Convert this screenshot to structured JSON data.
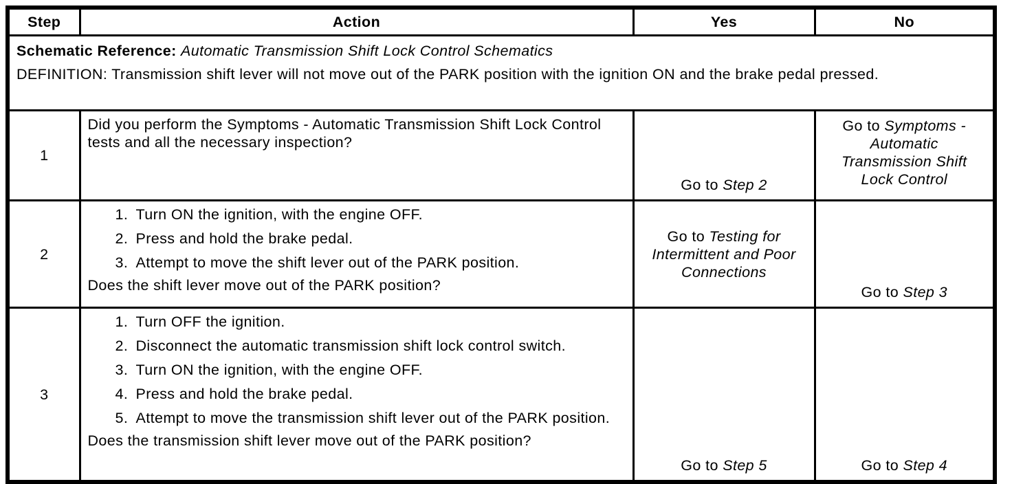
{
  "colors": {
    "ink": "#000000",
    "paper": "#ffffff"
  },
  "header": {
    "step": "Step",
    "action": "Action",
    "yes": "Yes",
    "no": "No"
  },
  "schematic": {
    "label": "Schematic Reference:",
    "value": "Automatic Transmission Shift Lock Control Schematics",
    "definition": "DEFINITION: Transmission shift lever will not move out of the PARK position with the ignition ON and the brake pedal pressed."
  },
  "rows": [
    {
      "step": "1",
      "intro": "Did you perform the Symptoms - Automatic Transmission Shift Lock Control tests and all the necessary inspection?",
      "yes": {
        "plain": "Go to",
        "ref": "Step 2"
      },
      "no": {
        "plain": "Go to",
        "ref": "Symptoms - Automatic Transmission Shift Lock Control"
      }
    },
    {
      "step": "2",
      "items": [
        {
          "num": "1.",
          "text": "Turn ON the ignition, with the engine OFF."
        },
        {
          "num": "2.",
          "text": "Press and hold the brake pedal."
        },
        {
          "num": "3.",
          "text": "Attempt to move the shift lever out of the PARK position."
        }
      ],
      "question": "Does the shift lever move out of the PARK position?",
      "yes": {
        "plain": "Go to",
        "ref": "Testing for Intermittent and Poor Connections"
      },
      "no": {
        "plain": "Go to",
        "ref": "Step 3"
      }
    },
    {
      "step": "3",
      "items": [
        {
          "num": "1.",
          "text": "Turn OFF the ignition."
        },
        {
          "num": "2.",
          "text": "Disconnect the automatic transmission shift lock control switch."
        },
        {
          "num": "3.",
          "text": "Turn ON the ignition, with the engine OFF."
        },
        {
          "num": "4.",
          "text": "Press and hold the brake pedal."
        },
        {
          "num": "5.",
          "text": "Attempt to move the transmission shift lever out of the PARK position."
        }
      ],
      "question": "Does the transmission shift lever move out of the PARK position?",
      "yes": {
        "plain": "Go to",
        "ref": "Step 5"
      },
      "no": {
        "plain": "Go to",
        "ref": "Step 4"
      }
    }
  ]
}
